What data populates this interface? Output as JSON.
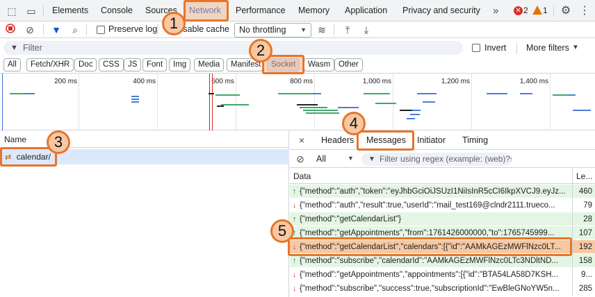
{
  "devtools": {
    "tabs": [
      {
        "label": "Elements"
      },
      {
        "label": "Console"
      },
      {
        "label": "Sources"
      },
      {
        "label": "Network"
      },
      {
        "label": "Performance"
      },
      {
        "label": "Memory"
      },
      {
        "label": "Application"
      },
      {
        "label": "Privacy and security"
      }
    ],
    "more_tabs": "»",
    "error_count": "2",
    "warning_count": "1"
  },
  "network_toolbar": {
    "preserve_log": "Preserve log",
    "disable_cache": "Disable cache",
    "throttling": "No throttling"
  },
  "filter": {
    "placeholder": "Filter",
    "invert": "Invert",
    "more_filters": "More filters"
  },
  "type_filters": [
    "All",
    "Fetch/XHR",
    "Doc",
    "CSS",
    "JS",
    "Font",
    "Img",
    "Media",
    "Manifest",
    "Socket",
    "Wasm",
    "Other"
  ],
  "overview": {
    "ticks": [
      "200 ms",
      "400 ms",
      "600 ms",
      "800 ms",
      "1,000 ms",
      "1,200 ms",
      "1,400 ms"
    ]
  },
  "requests": {
    "header": "Name",
    "rows": [
      {
        "name": "calendar/"
      }
    ]
  },
  "details": {
    "close": "×",
    "tabs": [
      "Headers",
      "Messages",
      "Initiator",
      "Timing"
    ],
    "message_filter": "All",
    "regex_placeholder": "Filter using regex (example: (web)?s",
    "columns": {
      "data": "Data",
      "length": "Le..."
    },
    "messages": [
      {
        "dir": "sent",
        "data": "{\"method\":\"auth\",\"token\":\"eyJhbGciOiJSUzI1NiIsInR5cCI6IkpXVCJ9.eyJz...",
        "length": "460"
      },
      {
        "dir": "recv",
        "data": "{\"method\":\"auth\",\"result\":true,\"userId\":\"mail_test169@clndr2111.trueco...",
        "length": "79"
      },
      {
        "dir": "sent",
        "data": "{\"method\":\"getCalendarList\"}",
        "length": "28"
      },
      {
        "dir": "sent",
        "data": "{\"method\":\"getAppointments\",\"from\":1761426000000,\"to\":1765745999...",
        "length": "107"
      },
      {
        "dir": "recv",
        "data": "{\"method\":\"getCalendarList\",\"calendars\":[{\"id\":\"AAMkAGEzMWFlNzc0LT...",
        "length": "192"
      },
      {
        "dir": "sent",
        "data": "{\"method\":\"subscribe\",\"calendarId\":\"AAMkAGEzMWFlNzc0LTc3NDltND...",
        "length": "158"
      },
      {
        "dir": "recv",
        "data": "{\"method\":\"getAppointments\",\"appointments\":[{\"id\":\"BTA54LA58D7KSH...",
        "length": "9..."
      },
      {
        "dir": "recv",
        "data": "{\"method\":\"subscribe\",\"success\":true,\"subscriptionId\":\"EwBleGNoYW5n...",
        "length": "285"
      }
    ]
  },
  "callouts": [
    "1",
    "2",
    "3",
    "4",
    "5"
  ],
  "colors": {
    "accent": "#0b57d0",
    "highlight": "#e8742a",
    "sent": "#188038",
    "received": "#d93025"
  }
}
